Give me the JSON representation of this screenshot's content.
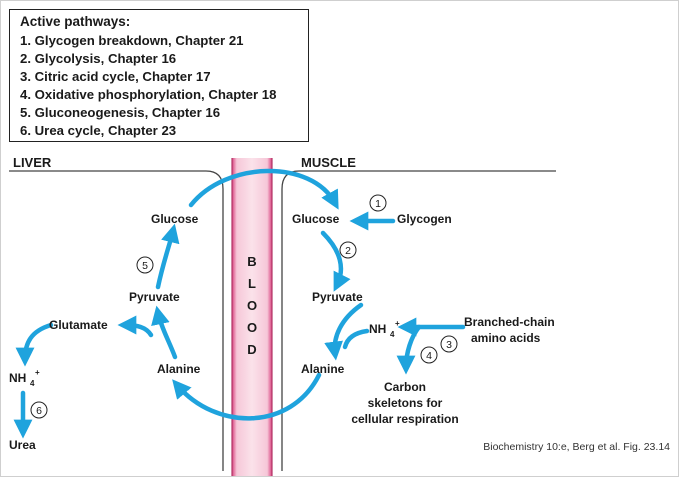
{
  "legend": {
    "title": "Active pathways:",
    "items": [
      "1. Glycogen breakdown, Chapter 21",
      "2. Glycolysis, Chapter 16",
      "3. Citric acid cycle, Chapter 17",
      "4. Oxidative phosphorylation, Chapter 18",
      "5. Gluconeogenesis, Chapter 16",
      "6. Urea cycle, Chapter 23"
    ]
  },
  "regions": {
    "liver": "LIVER",
    "muscle": "MUSCLE"
  },
  "blood_letters": [
    "B",
    "L",
    "O",
    "O",
    "D"
  ],
  "liver": {
    "glucose": "Glucose",
    "pyruvate": "Pyruvate",
    "glutamate": "Glutamate",
    "alanine": "Alanine",
    "nh4": "NH",
    "nh4_sub": "4",
    "nh4_sup": "+",
    "urea": "Urea"
  },
  "muscle": {
    "glucose": "Glucose",
    "glycogen": "Glycogen",
    "pyruvate": "Pyruvate",
    "nh4": "NH",
    "nh4_sub": "4",
    "nh4_sup": "+",
    "branched_line1": "Branched-chain",
    "branched_line2": "amino acids",
    "alanine": "Alanine",
    "carbon_line1": "Carbon",
    "carbon_line2": "skeletons for",
    "carbon_line3": "cellular respiration"
  },
  "step_numbers": {
    "s1": "1",
    "s2": "2",
    "s3": "3",
    "s4": "4",
    "s5": "5",
    "s6": "6"
  },
  "credit": "Biochemistry 10:e, Berg et al. Fig. 23.14",
  "colors": {
    "arrow": "#1fa3dd",
    "blood_fill": "#f4b6cc",
    "blood_edge": "#d8437f",
    "line": "#333333"
  }
}
